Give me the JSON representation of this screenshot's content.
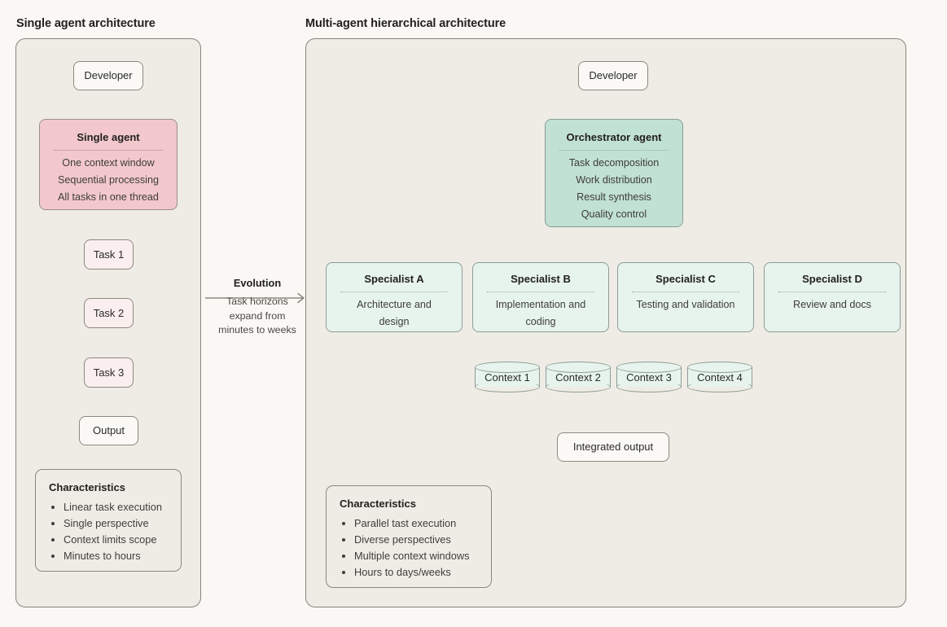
{
  "page": {
    "background": "#f9f8f4",
    "panel_background": "#efece6",
    "accent_pink": "#f2c8cd",
    "accent_green": "#c1e1d2"
  },
  "left": {
    "title": "Single agent architecture",
    "developer": "Developer",
    "agent": {
      "title": "Single agent",
      "lines": [
        "One context window",
        "Sequential processing",
        "All tasks in one thread"
      ]
    },
    "tasks": [
      "Task 1",
      "Task 2",
      "Task 3"
    ],
    "output": "Output",
    "characteristics": {
      "title": "Characteristics",
      "items": [
        "Linear task execution",
        "Single perspective",
        "Context limits scope",
        "Minutes to hours"
      ]
    }
  },
  "evolution": {
    "label": "Evolution",
    "sub_line_1": "Task horizons",
    "sub_line_2": "expand from",
    "sub_line_3": "minutes to weeks"
  },
  "right": {
    "title": "Multi-agent hierarchical architecture",
    "developer": "Developer",
    "orchestrator": {
      "title": "Orchestrator agent",
      "lines": [
        "Task decomposition",
        "Work distribution",
        "Result synthesis",
        "Quality control"
      ]
    },
    "specialists": [
      {
        "title": "Specialist A",
        "line1": "Architecture and",
        "line2": "design"
      },
      {
        "title": "Specialist B",
        "line1": "Implementation and",
        "line2": "coding"
      },
      {
        "title": "Specialist C",
        "line1": "Testing and validation",
        "line2": ""
      },
      {
        "title": "Specialist D",
        "line1": "Review and docs",
        "line2": ""
      }
    ],
    "contexts": [
      "Context 1",
      "Context 2",
      "Context 3",
      "Context 4"
    ],
    "integrated_output": "Integrated output",
    "characteristics": {
      "title": "Characteristics",
      "items": [
        "Parallel tast execution",
        "Diverse perspectives",
        "Multiple context windows",
        "Hours to days/weeks"
      ]
    }
  }
}
